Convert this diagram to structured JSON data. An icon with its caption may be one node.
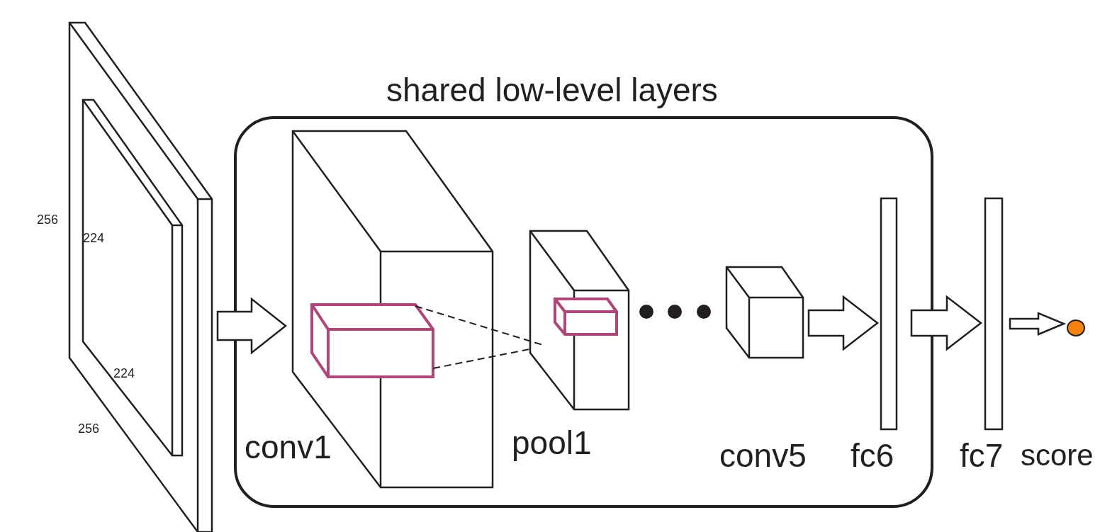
{
  "diagram": {
    "nodes": [
      {
        "text": [
          "shared low-level layers"
        ]
      },
      {
        "text": [],
        "shape": "picture"
      },
      {
        "text": [
          "conv1"
        ],
        "in": 0
      },
      {
        "text": [
          "pool1"
        ],
        "in": 0
      },
      {
        "text": [
          "conv5"
        ],
        "in": 0
      },
      {
        "text": [
          "fc6"
        ],
        "in": 0
      },
      {
        "text": [
          "fc7"
        ]
      },
      {
        "text": [],
        "shape": "circle"
      }
    ],
    "edges": [
      {
        "from": 1,
        "to": 2,
        "arrow": "to"
      },
      {
        "from": 2,
        "to": 3,
        "arrow": "none",
        "style": "dashed"
      },
      {
        "from": 2,
        "to": 3,
        "arrow": "none",
        "style": "dashed"
      },
      {
        "from": 4,
        "to": 5,
        "arrow": "to"
      },
      {
        "from": 5,
        "to": 6,
        "arrow": "to"
      },
      {
        "from": 6,
        "to": 7,
        "arrow": "to"
      }
    ],
    "labels": [
      "256",
      "224",
      "224",
      "256",
      "score"
    ]
  }
}
